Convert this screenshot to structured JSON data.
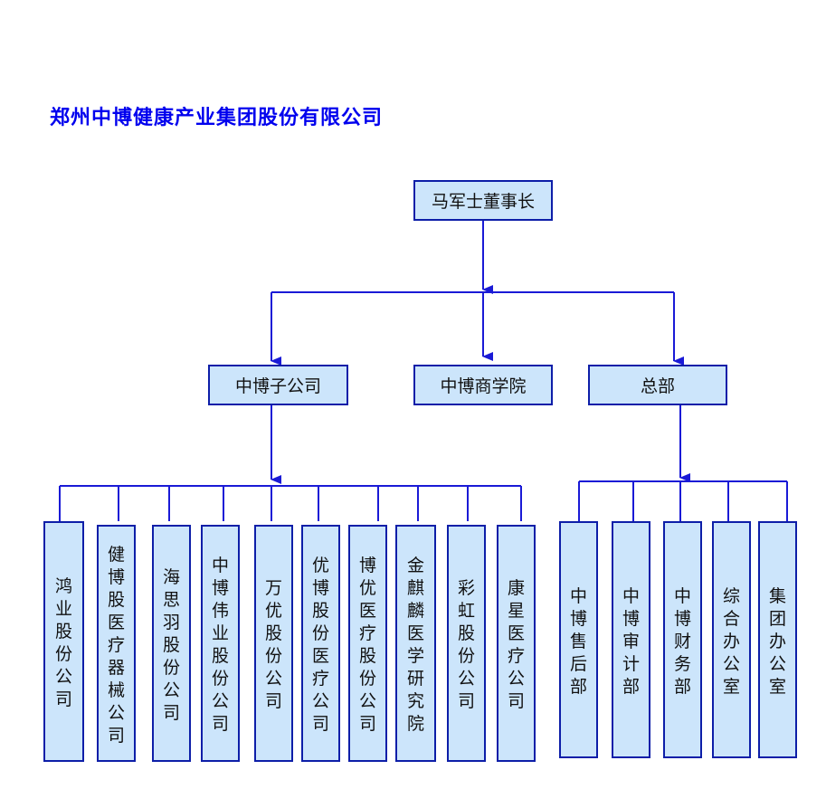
{
  "title": "郑州中博健康产业集团股份有限公司",
  "chairman": "马军士董事长",
  "level2": [
    "中博子公司",
    "中博商学院",
    "总部"
  ],
  "subsidiaries": [
    "鸿业股份公司",
    "健博股医疗器械公司",
    "海思羽股份公司",
    "中博伟业股份公司",
    "万优股份公司",
    "优博股份医疗公司",
    "博优医疗股份公司",
    "金麒麟医学研究院",
    "彩虹股份公司",
    "康星医疗公司"
  ],
  "hq_departments": [
    "中博售后部",
    "中博审计部",
    "中博财务部",
    "综合办公室",
    "集团办公室"
  ],
  "colors": {
    "title": "#0000ee",
    "line": "#1a1ad6",
    "box_fill": "#cce5fb",
    "box_border": "#0d1ea8"
  }
}
